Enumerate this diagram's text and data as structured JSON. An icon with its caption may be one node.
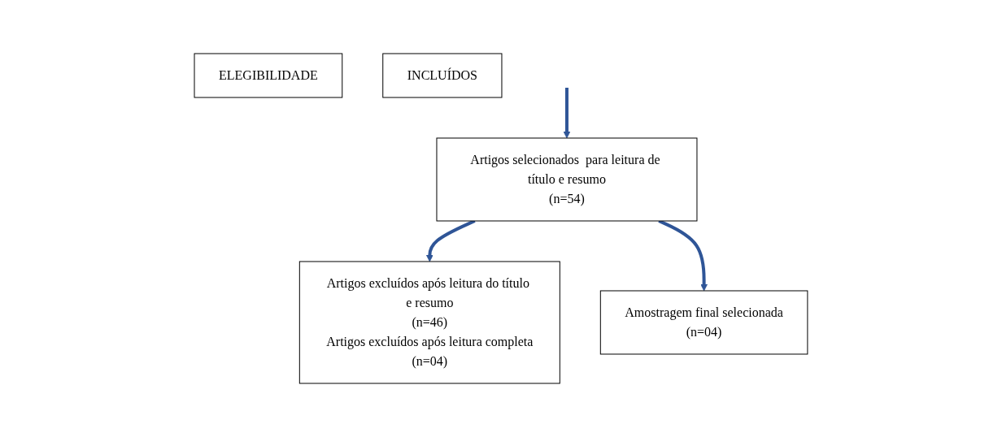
{
  "diagram": {
    "nodes": [
      {
        "text": [
          "ELEGIBILIDADE"
        ]
      },
      {
        "text": [
          "INCLUÍDOS"
        ]
      },
      {
        "text": [
          "Artigos selecionados  para leitura de título e resumo",
          "(n=54)"
        ]
      },
      {
        "text": [
          "Artigos excluídos após leitura do título e resumo",
          "(n=46)",
          "Artigos excluídos após leitura completa",
          "(n=04)"
        ]
      },
      {
        "text": [
          "Amostragem final selecionada",
          "(n=04)"
        ]
      }
    ],
    "edges": [
      {
        "from": null,
        "to": 2,
        "arrow": "to"
      },
      {
        "from": 2,
        "to": 3,
        "arrow": "to"
      },
      {
        "from": 2,
        "to": 4,
        "arrow": "to"
      }
    ]
  }
}
